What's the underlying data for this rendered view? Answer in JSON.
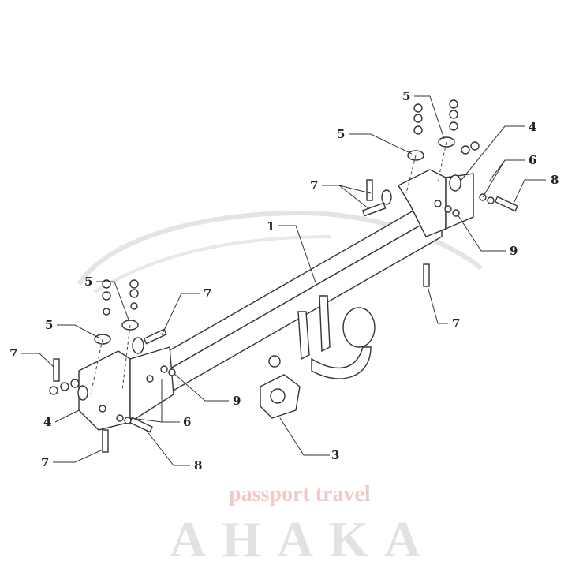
{
  "watermark": {
    "brand": "AHAKA",
    "tagline": "passport travel"
  },
  "callouts": [
    {
      "id": "c1",
      "text": "1"
    },
    {
      "id": "c3",
      "text": "3"
    },
    {
      "id": "c4a",
      "text": "4"
    },
    {
      "id": "c4b",
      "text": "4"
    },
    {
      "id": "c5a",
      "text": "5"
    },
    {
      "id": "c5b",
      "text": "5"
    },
    {
      "id": "c5c",
      "text": "5"
    },
    {
      "id": "c5d",
      "text": "5"
    },
    {
      "id": "c6a",
      "text": "6"
    },
    {
      "id": "c6b",
      "text": "6"
    },
    {
      "id": "c7a",
      "text": "7"
    },
    {
      "id": "c7b",
      "text": "7"
    },
    {
      "id": "c7c",
      "text": "7"
    },
    {
      "id": "c7d",
      "text": "7"
    },
    {
      "id": "c7e",
      "text": "7"
    },
    {
      "id": "c8a",
      "text": "8"
    },
    {
      "id": "c8b",
      "text": "8"
    },
    {
      "id": "c9a",
      "text": "9"
    },
    {
      "id": "c9b",
      "text": "9"
    }
  ]
}
